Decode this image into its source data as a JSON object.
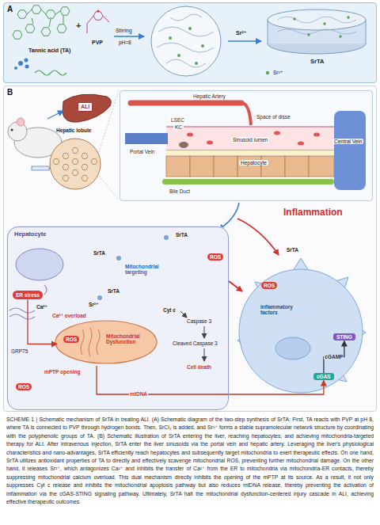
{
  "diagram": {
    "caption": "SCHEME 1 | Schematic mechanism of SrTA in treating ALI. (A) Schematic diagram of the two-step synthesis of SrTA: First, TA reacts with PVP at pH 8, where TA is connected to PVP through hydrogen bonds. Then, SrCl₂ is added, and Sr²⁺ forms a stable supramolecular network structure by coordinating with the polyphenolic groups of TA. (B) Schematic illustration of SrTA entering the liver, reaching hepatocytes, and achieving mitochondria-targeted therapy for ALI. After intravenous injection, SrTA enter the liver sinusoids via the portal vein and hepatic artery. Leveraging the liver's physiological characteristics and nano-advantages, SrTA efficiently reach hepatocytes and subsequently target mitochondria to exert therapeutic effects. On one hand, SrTA utilizes antioxidant properties of TA to directly and effectively scavenge mitochondrial ROS, preventing further mitochondrial damage. On the other hand, it releases Sr²⁺, which antagonizes Ca²⁺ and inhibits the transfer of Ca²⁺ from the ER to mitochondria via mitochondria-ER contacts, thereby suppressing mitochondrial calcium overload. This dual mechanism directly inhibits the opening of the mPTP at its source. As a result, it not only suppresses Cyt c release and inhibits the mitochondrial apoptosis pathway but also reduces mtDNA release, thereby preventing the activation of inflammation via the cGAS-STING signaling pathway. Ultimately, SrTA halt the mitochondrial dysfunction-centered injury cascade in ALI, achieving effective therapeutic outcomes.",
    "nodes": [
      {
        "text": [
          "A"
        ]
      },
      {
        "text": [
          "B"
        ]
      },
      {
        "text": [
          "ALI"
        ],
        "in": 1
      },
      {
        "text": [
          "Hepatic lobule"
        ],
        "in": 1
      },
      {
        "text": [
          "Hepatic Artery",
          "LSEC",
          "KC",
          "Space of disse",
          "Sinusoid lumen",
          "Portal Vein",
          "Central Vein",
          "Bile Duct",
          "Hepatocyte"
        ],
        "in": 1
      },
      {
        "text": [
          "Hepatocyte"
        ],
        "in": 1
      },
      {
        "text": [
          "ER stress"
        ],
        "in": 5
      },
      {
        "text": [
          "Mitochondrial Dysfunction"
        ],
        "in": 5
      },
      {
        "text": [
          "Inflammatory factors"
        ],
        "in": 1
      },
      {
        "text": [
          "STING"
        ],
        "in": 8
      },
      {
        "text": [
          "cGAS"
        ],
        "in": 8
      }
    ],
    "edges": [
      {
        "from": 6,
        "to": 7,
        "arrow": "to"
      },
      {
        "from": 7,
        "to": 10,
        "label": "mtDNA",
        "arrow": "to"
      },
      {
        "from": 10,
        "to": 9,
        "label": "cGAMP",
        "arrow": "to"
      }
    ],
    "labels": [
      "Tannic acid (TA)",
      "+",
      "PVP",
      "Stirring",
      "pH=8",
      "Sr²⁺",
      "SrTA",
      "Sr²⁺",
      "Inflammation",
      "SrTA",
      "ROS",
      "SrTA",
      "Mitochondrial targeting",
      "SrTA",
      "Sr²⁺",
      "Ca²⁺",
      "Ca²⁺ overload",
      "GRP75",
      "ROS",
      "mPTP opening",
      "Cyt c",
      "Caspase 3",
      "Cleaved Caspase 3",
      "Cell death",
      "ROS",
      "SrTA",
      "ROS"
    ]
  }
}
